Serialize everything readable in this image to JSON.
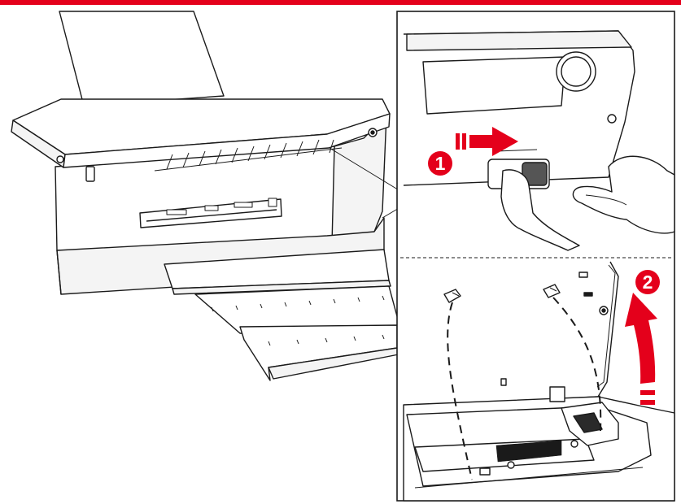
{
  "colors": {
    "accent": "#e4001b",
    "line": "#1a1a1a",
    "fill_light": "#ffffff",
    "fill_gray": "#9e9e9e",
    "fill_dark": "#4a4a4a"
  },
  "figure": {
    "subject": "printer-open-scanner-lid",
    "callouts": [
      {
        "label": "1",
        "action": "slide-latch-right"
      },
      {
        "label": "2",
        "action": "lift-scanner-unit"
      }
    ],
    "icons": [
      "printer-icon",
      "right-arrow-icon",
      "up-curved-arrow-icon",
      "hand-icon"
    ]
  }
}
